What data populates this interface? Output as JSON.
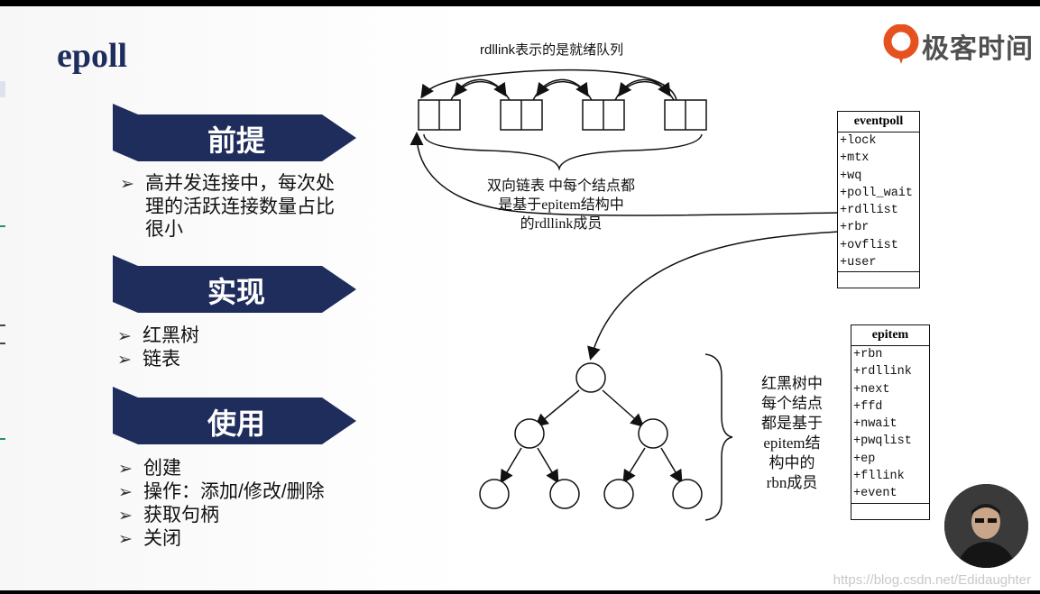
{
  "slide": {
    "title": "epoll",
    "brand": {
      "name": "极客时间",
      "color": "#e6521f"
    },
    "sections": [
      {
        "label": "前提",
        "bullets": [
          "高并发连接中，每次处",
          "理的活跃连接数量占比",
          "很小"
        ]
      },
      {
        "label": "实现",
        "bullets": [
          "红黑树",
          "链表"
        ]
      },
      {
        "label": "使用",
        "bullets": [
          "创建",
          "操作：添加/修改/删除",
          "获取句柄",
          "关闭"
        ]
      }
    ],
    "banner_color": "#1f2d5c",
    "bullet_icon": "arrow-outline-icon",
    "watermark": "https://blog.csdn.net/Edidaughter"
  },
  "diagram": {
    "rdllink_caption": "rdllink表示的是就绪队列",
    "list_note_lines": [
      "双向链表 中每个结点都",
      "是基于epitem结构中",
      "的rdllink成员"
    ],
    "tree_note_lines": [
      "红黑树中",
      "每个结点",
      "都是基于",
      "epitem结",
      "构中的",
      "rbn成员"
    ],
    "eventpoll": {
      "name": "eventpoll",
      "fields": [
        "+lock",
        "+mtx",
        "+wq",
        "+poll_wait",
        "+rdllist",
        "+rbr",
        "+ovflist",
        "+user"
      ]
    },
    "epitem": {
      "name": "epitem",
      "fields": [
        "+rbn",
        "+rdllink",
        "+next",
        "+ffd",
        "+nwait",
        "+pwqlist",
        "+ep",
        "+fllink",
        "+event"
      ]
    }
  }
}
